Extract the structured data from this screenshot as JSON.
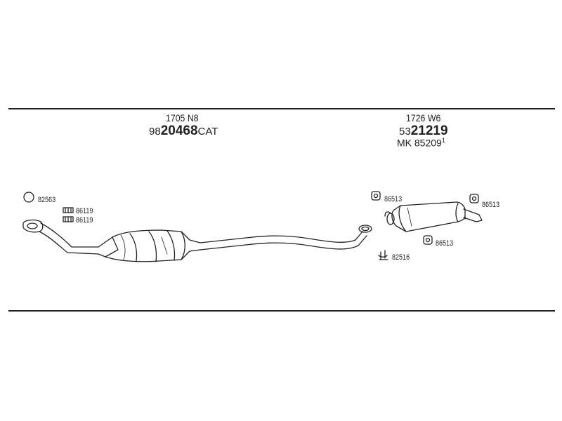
{
  "diagram": {
    "front_group": {
      "line1": "1705 N8",
      "part_prefix": "98",
      "part_main": "20468",
      "part_suffix": "CAT"
    },
    "rear_group": {
      "line1": "1726 W6",
      "part_prefix": "53",
      "part_main": "21219",
      "kit_label": "MK",
      "kit_number": "85209",
      "kit_superscript": "1"
    },
    "parts": {
      "ring": "82563",
      "clamp_upper": "86119",
      "clamp_lower": "86119",
      "mount_front_muffler": "86513",
      "mount_rear": "86513",
      "mount_under": "86513",
      "clamp_joint": "82516"
    },
    "colors": {
      "line": "#222222",
      "background": "#ffffff"
    }
  }
}
